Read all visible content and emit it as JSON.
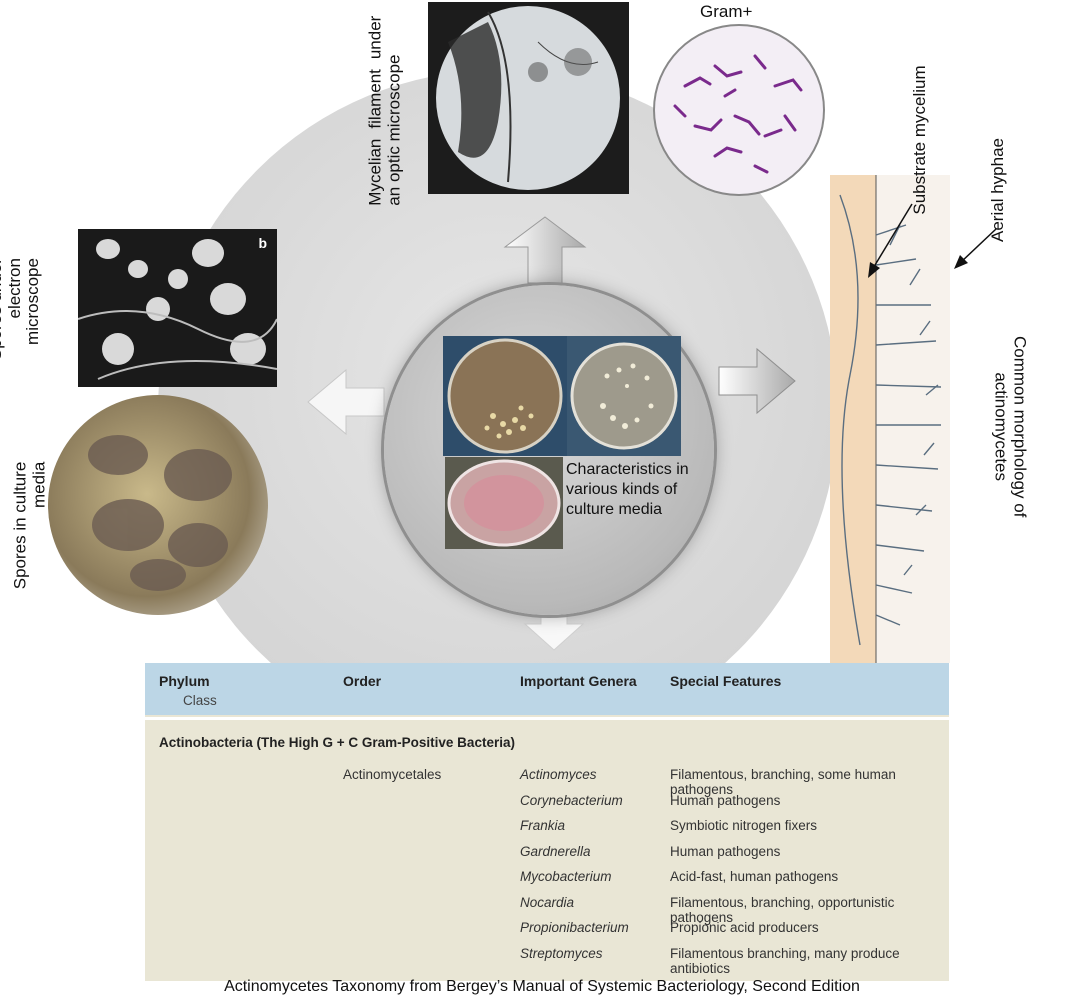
{
  "labels": {
    "gram": "Gram+",
    "mycelian": "Mycelian filament under an optic microscope",
    "spores_em": "Spores under electron microscope",
    "spores_cm": "Spores in culture media",
    "characteristics": "Characteristics in various kinds of culture media",
    "substrate": "Substrate mycelium",
    "aerial": "Aerial hyphae",
    "common": "Common morphology of actinomycetes",
    "em_panel_letter": "b"
  },
  "table": {
    "headers": {
      "phylum": "Phylum",
      "class": "Class",
      "order": "Order",
      "genera": "Important Genera",
      "features": "Special Features"
    },
    "phylum_row": "Actinobacteria (The High G + C Gram-Positive Bacteria)",
    "order": "Actinomycetales",
    "rows": [
      {
        "genus": "Actinomyces",
        "feature": "Filamentous, branching, some human pathogens"
      },
      {
        "genus": "Corynebacterium",
        "feature": "Human pathogens"
      },
      {
        "genus": "Frankia",
        "feature": "Symbiotic nitrogen fixers"
      },
      {
        "genus": "Gardnerella",
        "feature": "Human pathogens"
      },
      {
        "genus": "Mycobacterium",
        "feature": "Acid-fast, human pathogens"
      },
      {
        "genus": "Nocardia",
        "feature": "Filamentous, branching, opportunistic pathogens"
      },
      {
        "genus": "Propionibacterium",
        "feature": "Propionic acid producers"
      },
      {
        "genus": "Streptomyces",
        "feature": "Filamentous branching, many produce antibiotics"
      }
    ]
  },
  "caption": "Actinomycetes Taxonomy from Bergey’s Manual of Systemic Bacteriology, Second Edition",
  "colors": {
    "disc": "#d8d8d8",
    "table_header": "#bcd6e6",
    "table_body": "#e9e6d5",
    "stain_purple": "#7a2a8c"
  }
}
